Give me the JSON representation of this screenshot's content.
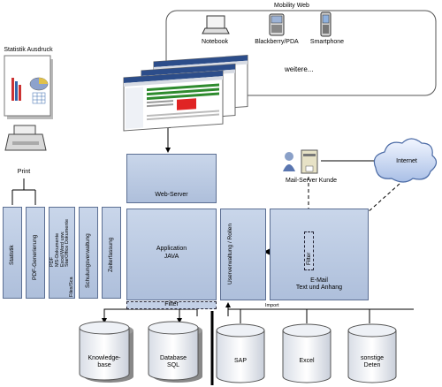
{
  "top": {
    "mobility_web": "Mobility Web",
    "notebook": "Notebook",
    "blackberry": "Blackberry/PDA",
    "smartphone": "Smartphone",
    "weitere": "weitere...",
    "statistik_ausdruck": "Statistik Ausdruck",
    "print": "Print",
    "web_server": "Web-Server",
    "mail_server": "Mail-Server Kunde",
    "internet": "Internet"
  },
  "modules": {
    "statistik": "Statistik",
    "pdf_generierung": "PDF-Generierung",
    "filesca_main": "PDF\nMS-Dokumente\nExcel/Word usw.\nStarOffice Dokumente",
    "filesca_label": "Files/Sca",
    "schulung": "Schulungsverwaltung",
    "zeiterfassung": "Zeiterfassung",
    "application": "Application",
    "java": "JAVA",
    "userverwaltung": "Userverwaltung / Rollen",
    "filter_side": "Filter",
    "email": "E-Mail",
    "email_sub": "Text und Anhang"
  },
  "bottom": {
    "filter": "Filter",
    "import": "Import",
    "knowledge_1": "Knowledge-",
    "knowledge_2": "base",
    "database_1": "Database",
    "database_2": "SQL",
    "sap": "SAP",
    "excel": "Excel",
    "sonstige_1": "sonstige",
    "sonstige_2": "Deten"
  },
  "colors": {
    "block_fill": "#b8c7e0",
    "block_border": "#5c6f93",
    "filter_fill": "#c3d0e6"
  }
}
